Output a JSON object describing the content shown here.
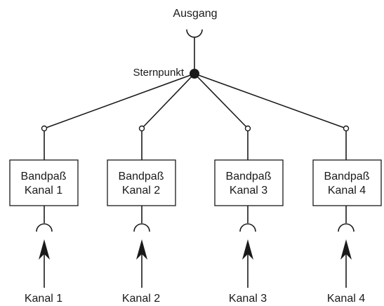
{
  "diagram": {
    "output_label": "Ausgang",
    "star_point_label": "Sternpunkt",
    "channels": [
      {
        "filter_line1": "Bandpaß",
        "filter_line2": "Kanal 1",
        "input_label": "Kanal 1"
      },
      {
        "filter_line1": "Bandpaß",
        "filter_line2": "Kanal 2",
        "input_label": "Kanal 2"
      },
      {
        "filter_line1": "Bandpaß",
        "filter_line2": "Kanal 3",
        "input_label": "Kanal 3"
      },
      {
        "filter_line1": "Bandpaß",
        "filter_line2": "Kanal 4",
        "input_label": "Kanal 4"
      }
    ]
  }
}
